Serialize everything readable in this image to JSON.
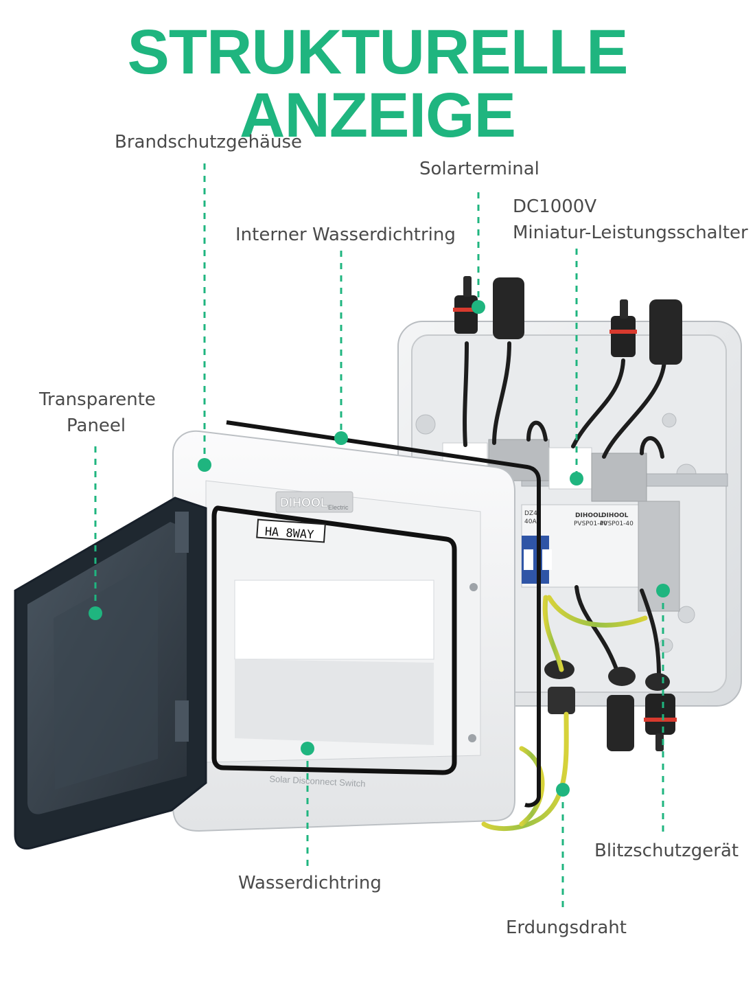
{
  "title": "STRUKTURELLE ANZEIGE",
  "colors": {
    "accent": "#1fb57f",
    "label_text": "#4a4a4a"
  },
  "labels": {
    "brandschutz": "Brandschutzgehäuse",
    "solarterminal": "Solarterminal",
    "dc_line1": "DC1000V",
    "dc_line2": "Miniatur-Leistungsschalter",
    "interner": "Interner Wasserdichtring",
    "transparente_line1": "Transparente",
    "transparente_line2": "Paneel",
    "wasserdichtring": "Wasserdichtring",
    "erdung": "Erdungsdraht",
    "blitz": "Blitzschutzgerät"
  },
  "product": {
    "brand": "DIHOOL",
    "brand_sub": "Electric",
    "model_tag": "HA 8WAY",
    "front_caption": "Solar Disconnect Switch",
    "device_labels": [
      "DZ47",
      "40A",
      "DIHOOL",
      "PVSP01-40",
      "DIHOOL",
      "PVSP01-40"
    ]
  }
}
